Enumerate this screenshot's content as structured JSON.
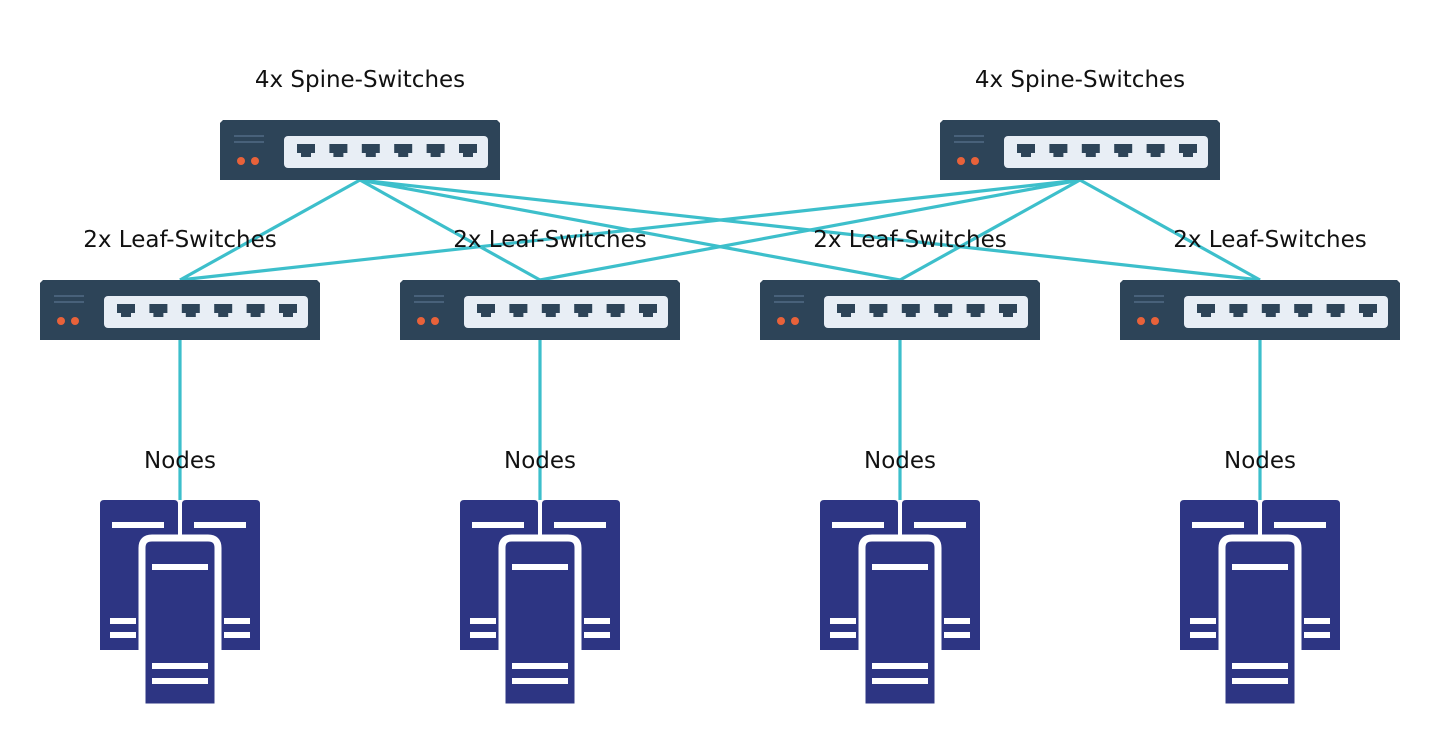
{
  "diagram": {
    "spine_label": "4x Spine-Switches",
    "leaf_label": "2x Leaf-Switches",
    "node_label": "Nodes",
    "spines": [
      {
        "id": "spine-1",
        "label": "4x Spine-Switches"
      },
      {
        "id": "spine-2",
        "label": "4x Spine-Switches"
      }
    ],
    "leaves": [
      {
        "id": "leaf-1",
        "label": "2x Leaf-Switches"
      },
      {
        "id": "leaf-2",
        "label": "2x Leaf-Switches"
      },
      {
        "id": "leaf-3",
        "label": "2x Leaf-Switches"
      },
      {
        "id": "leaf-4",
        "label": "2x Leaf-Switches"
      }
    ],
    "node_groups": [
      {
        "id": "nodes-1",
        "label": "Nodes"
      },
      {
        "id": "nodes-2",
        "label": "Nodes"
      },
      {
        "id": "nodes-3",
        "label": "Nodes"
      },
      {
        "id": "nodes-4",
        "label": "Nodes"
      }
    ],
    "links": [
      {
        "from": "spine-1",
        "to": "leaf-1"
      },
      {
        "from": "spine-1",
        "to": "leaf-2"
      },
      {
        "from": "spine-1",
        "to": "leaf-3"
      },
      {
        "from": "spine-1",
        "to": "leaf-4"
      },
      {
        "from": "spine-2",
        "to": "leaf-1"
      },
      {
        "from": "spine-2",
        "to": "leaf-2"
      },
      {
        "from": "spine-2",
        "to": "leaf-3"
      },
      {
        "from": "spine-2",
        "to": "leaf-4"
      },
      {
        "from": "leaf-1",
        "to": "nodes-1"
      },
      {
        "from": "leaf-2",
        "to": "nodes-2"
      },
      {
        "from": "leaf-3",
        "to": "nodes-3"
      },
      {
        "from": "leaf-4",
        "to": "nodes-4"
      }
    ]
  },
  "colors": {
    "link": "#3dbfcb",
    "switch_body": "#2d4458",
    "switch_panel": "#e8eef5",
    "port": "#2d4458",
    "led": "#e8623a",
    "server": "#2d3583",
    "server_outline": "#ffffff",
    "text": "#111111"
  },
  "icons": {
    "switch": "network-switch-icon",
    "server": "server-rack-icon"
  }
}
